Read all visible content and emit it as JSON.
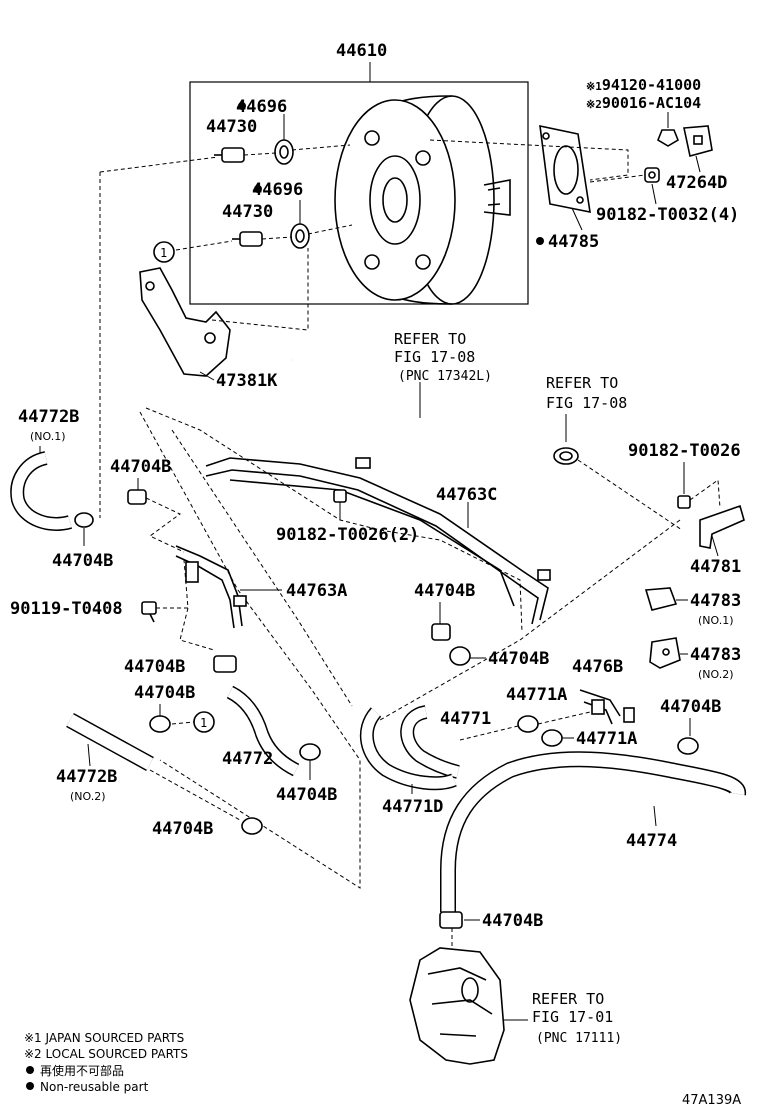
{
  "labels": {
    "booster": "44610",
    "clevis_a": "44696",
    "check_valve_a": "44730",
    "clevis_b": "44696",
    "check_valve_b": "44730",
    "note1_part": "94120-41000",
    "note2_part": "90016-AC104",
    "bracket_47264d": "47264D",
    "nut_4": "90182-T0032(4)",
    "gasket": "44785",
    "bracket_47381k": "47381K",
    "hose_44772b_1": "44772B",
    "hose_44772b_1_note": "(NO.1)",
    "clip_top": "44704B",
    "clip_left": "44704B",
    "nut_t0026_2": "90182-T0026(2)",
    "pipe_44763c": "44763C",
    "nut_t0026": "90182-T0026",
    "bracket_44781": "44781",
    "bolt_t0408": "90119-T0408",
    "pipe_44763a": "44763A",
    "clip_mid": "44704B",
    "bracket_44783_1": "44783",
    "bracket_44783_1_note": "(NO.1)",
    "clip_a": "44704B",
    "clip_center": "44704B",
    "bracket_44783_2": "44783",
    "bracket_44783_2_note": "(NO.2)",
    "clip_b": "44704B",
    "pipe_4476b": "4476B",
    "hose_44771a_top": "44771A",
    "hose_44771": "44771",
    "hose_44771a_bottom": "44771A",
    "clip_right": "44704B",
    "hose_44772b_2": "44772B",
    "hose_44772b_2_note": "(NO.2)",
    "hose_44772": "44772",
    "clip_c": "44704B",
    "hose_44771d": "44771D",
    "hose_44774": "44774",
    "clip_d": "44704B",
    "clip_bottom": "44704B"
  },
  "refer": {
    "ref1_line1": "REFER TO",
    "ref1_line2": "FIG 17-08",
    "ref1_line3": "(PNC 17342L)",
    "ref2_line1": "REFER TO",
    "ref2_line2": "FIG 17-08",
    "ref3_line1": "REFER TO",
    "ref3_line2": "FIG 17-01",
    "ref3_line3": "(PNC 17111)"
  },
  "markers": {
    "note1": "※1",
    "note2": "※2",
    "circle_ref": "1"
  },
  "legend": {
    "line1": "※1 JAPAN SOURCED PARTS",
    "line2": "※2 LOCAL SOURCED PARTS",
    "line3": "再使用不可部品",
    "line4": "Non-reusable part"
  },
  "figure_id": "47A139A"
}
